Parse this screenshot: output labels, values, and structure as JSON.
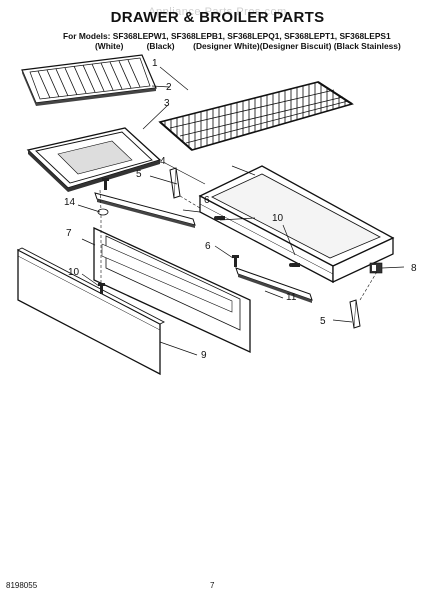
{
  "title": "DRAWER & BROILER PARTS",
  "watermark": "Appliance Parts Pros.com",
  "models_line": "For Models: SF368LEPW1, SF368LEPB1, SF368LEPQ1, SF368LEPT1, SF368LEPS1",
  "variants_line": "(White)          (Black)        (Designer White)(Designer Biscuit) (Black Stainless)",
  "callouts": [
    "1",
    "2",
    "3",
    "4",
    "5",
    "6",
    "14",
    "10",
    "7",
    "6",
    "10",
    "8",
    "11",
    "5",
    "9"
  ],
  "footer": {
    "doc_number": "8198055",
    "page_number": "7"
  }
}
